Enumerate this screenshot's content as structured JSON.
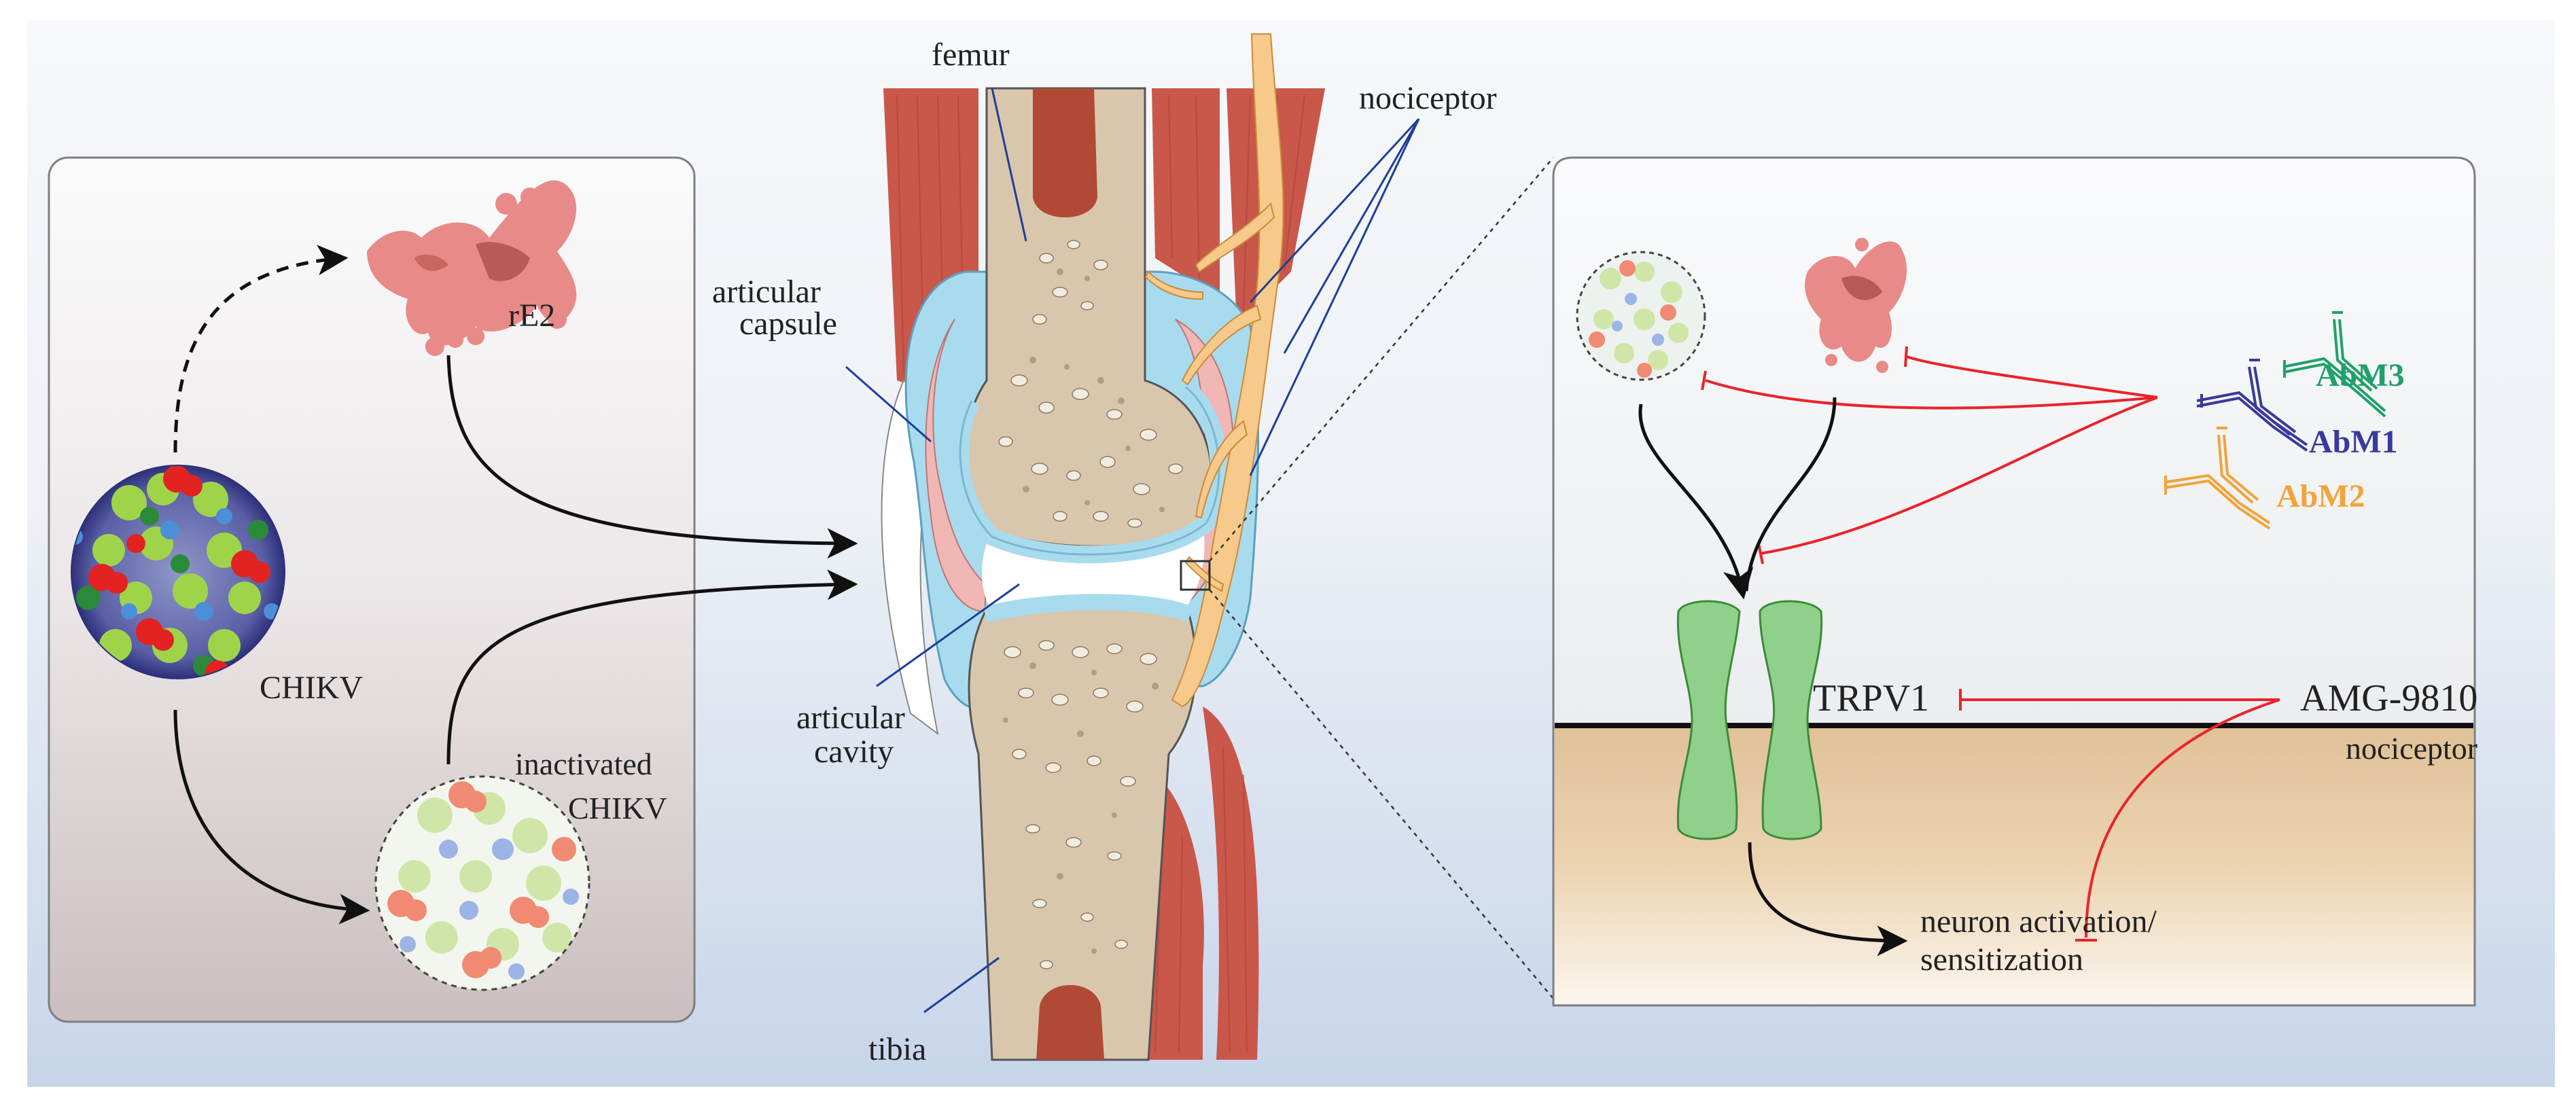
{
  "left_panel": {
    "labels": {
      "re2": "rE2",
      "chikv": "CHIKV",
      "inactivated_line1": "inactivated",
      "inactivated_line2": "CHIKV"
    }
  },
  "joint": {
    "labels": {
      "femur": "femur",
      "nociceptor": "nociceptor",
      "capsule_line1": "articular",
      "capsule_line2": "capsule",
      "cavity_line1": "articular",
      "cavity_line2": "cavity",
      "tibia": "tibia"
    }
  },
  "right_panel": {
    "labels": {
      "abm1": "AbM1",
      "abm2": "AbM2",
      "abm3": "AbM3",
      "trpv1": "TRPV1",
      "amg": "AMG-9810",
      "membrane": "nociceptor",
      "outcome_line1": "neuron activation/",
      "outcome_line2": "sensitization"
    },
    "colors": {
      "abm1": "#3a3a9a",
      "abm2": "#f2a33a",
      "abm3": "#21a06a",
      "inhibit": "#e8242a",
      "channel": "#8fd18a"
    }
  },
  "colors": {
    "bone": "#d8c7ad",
    "marrow": "#b04a34",
    "muscle": "#c9574a",
    "capsule": "#a9dbef",
    "synovium": "#f0b7b4",
    "nerve": "#f7c98a"
  }
}
